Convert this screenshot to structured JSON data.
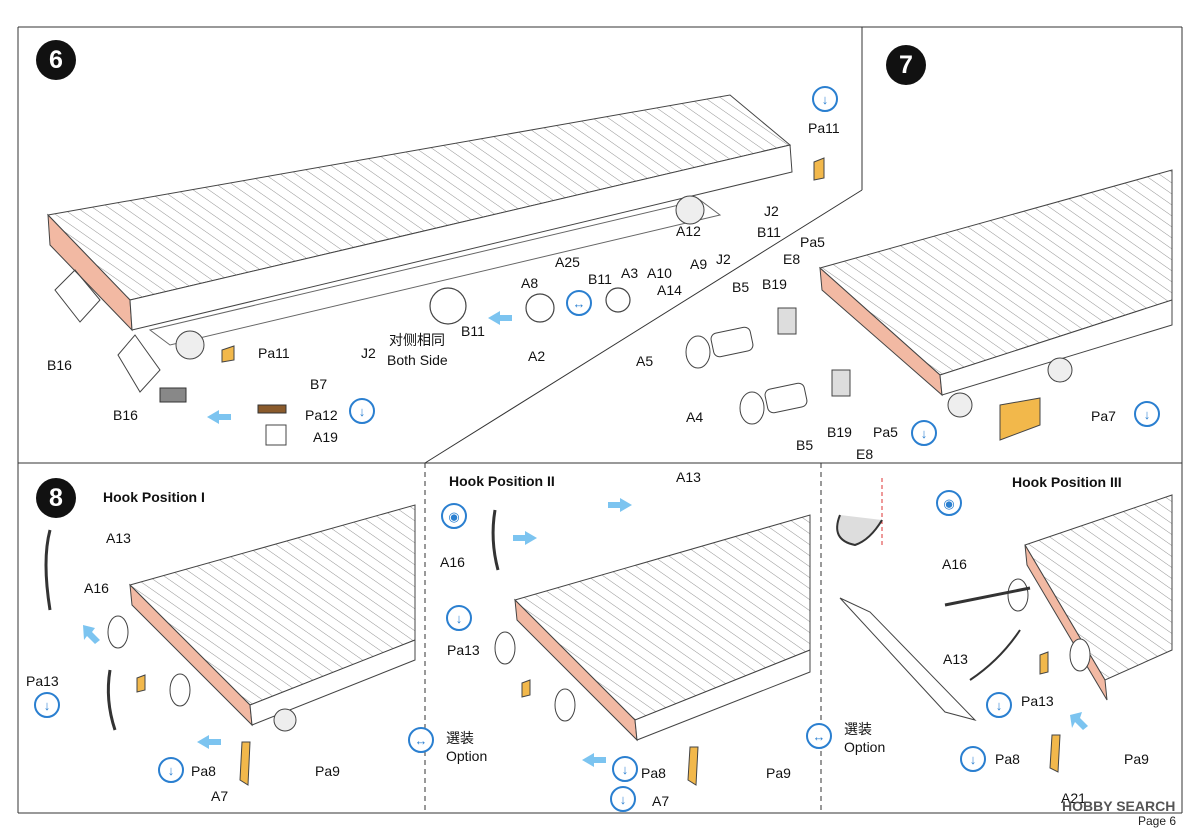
{
  "steps": {
    "s6": "6",
    "s7": "7",
    "s8": "8"
  },
  "headings": {
    "hook1": "Hook Position I",
    "hook2": "Hook Position II",
    "hook3": "Hook Position III"
  },
  "step6_labels": {
    "pa11_top": "Pa11",
    "j2_a": "J2",
    "b11_a": "B11",
    "a12": "A12",
    "j2_b": "J2",
    "a25": "A25",
    "b11_b": "B11",
    "a3": "A3",
    "a10": "A10",
    "a9": "A9",
    "a14": "A14",
    "a8": "A8",
    "b11_c": "B11",
    "a2": "A2",
    "pa11_side": "Pa11",
    "j2_c": "J2",
    "both_side_cn": "对侧相同",
    "both_side_en": "Both Side",
    "b7": "B7",
    "b16_a": "B16",
    "b16_b": "B16",
    "pa12": "Pa12",
    "a19": "A19"
  },
  "step7_labels": {
    "pa5_top": "Pa5",
    "e8_top": "E8",
    "b19_top": "B19",
    "b5_top": "B5",
    "a5": "A5",
    "a4": "A4",
    "b5_bot": "B5",
    "b19_bot": "B19",
    "pa5_bot": "Pa5",
    "e8_bot": "E8",
    "pa7": "Pa7"
  },
  "step8_labels": {
    "a13_1": "A13",
    "a16_1": "A16",
    "pa13_1": "Pa13",
    "pa8_1": "Pa8",
    "pa9_1": "Pa9",
    "a7_1": "A7",
    "a13_2": "A13",
    "a16_2": "A16",
    "pa13_2": "Pa13",
    "option_cn_2": "選装",
    "option_en_2": "Option",
    "pa8_2": "Pa8",
    "pa9_2": "Pa9",
    "a7_2": "A7",
    "a16_3": "A16",
    "a13_3": "A13",
    "pa13_3": "Pa13",
    "option_cn_3": "選装",
    "option_en_3": "Option",
    "pa8_3": "Pa8",
    "pa9_3": "Pa9",
    "a21": "A21"
  },
  "footer": {
    "watermark": "HOBBY SEARCH",
    "page": "Page 6"
  },
  "colors": {
    "accent": "#2a7fd0",
    "part_color": "#f2b84b",
    "deck_end": "#f2b9a3"
  }
}
